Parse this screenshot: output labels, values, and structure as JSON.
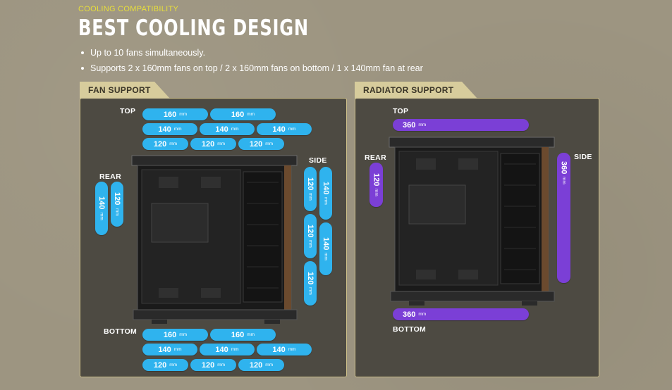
{
  "header": {
    "eyebrow": "COOLING COMPATIBILITY",
    "title": "BEST COOLING DESIGN",
    "bullets": [
      "Up to 10 fans simultaneously.",
      "Supports  2 x 160mm fans on top / 2 x 160mm fans on bottom / 1 x 140mm fan at rear"
    ]
  },
  "unit": "mm",
  "colors": {
    "fan": "#2fb3ee",
    "radiator": "#7b3fd6",
    "tab": "#d7cc9c",
    "panel": "#4d4a42"
  },
  "fan_support": {
    "tab": "FAN SUPPORT",
    "labels": {
      "top": "TOP",
      "rear": "REAR",
      "side": "SIDE",
      "bottom": "BOTTOM"
    },
    "top": [
      "160",
      "160",
      "140",
      "140",
      "140",
      "120",
      "120",
      "120"
    ],
    "rear": [
      "140",
      "120"
    ],
    "side": [
      "120",
      "140",
      "120",
      "140",
      "120"
    ],
    "bottom": [
      "160",
      "160",
      "140",
      "140",
      "140",
      "120",
      "120",
      "120"
    ]
  },
  "radiator_support": {
    "tab": "RADIATOR SUPPORT",
    "labels": {
      "top": "TOP",
      "rear": "REAR",
      "side": "SIDE",
      "bottom": "BOTTOM"
    },
    "top": "360",
    "rear": "120",
    "side": "360",
    "bottom": "360"
  }
}
